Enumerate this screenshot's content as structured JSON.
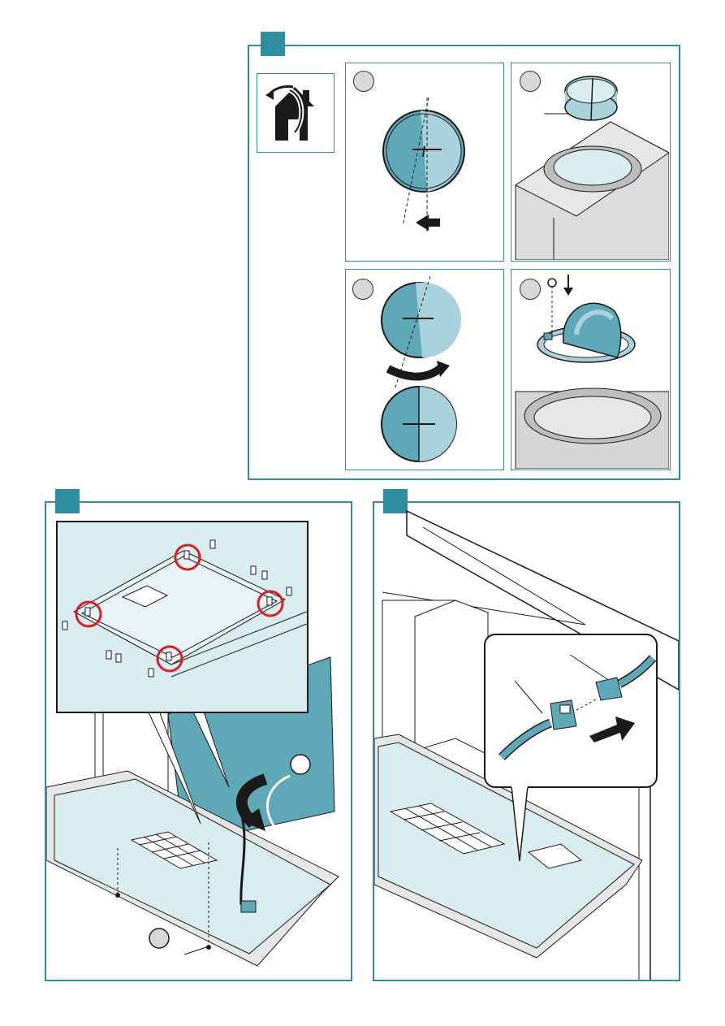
{
  "page": {
    "kind": "installation-instructions",
    "accent_color": "#2f8fa0",
    "panel_fill": "#5ea8b8",
    "light_fill": "#a9d2dc",
    "highlight_color": "#d81f26"
  },
  "sections": [
    {
      "id": "top",
      "icon": "ducted-extraction-house-icon",
      "steps": [
        "step-a",
        "step-b",
        "step-c",
        "step-d"
      ]
    },
    {
      "id": "bottom-left",
      "icon": "hood-mounting-screws-icon"
    },
    {
      "id": "bottom-right",
      "icon": "connector-plug-icon"
    }
  ]
}
